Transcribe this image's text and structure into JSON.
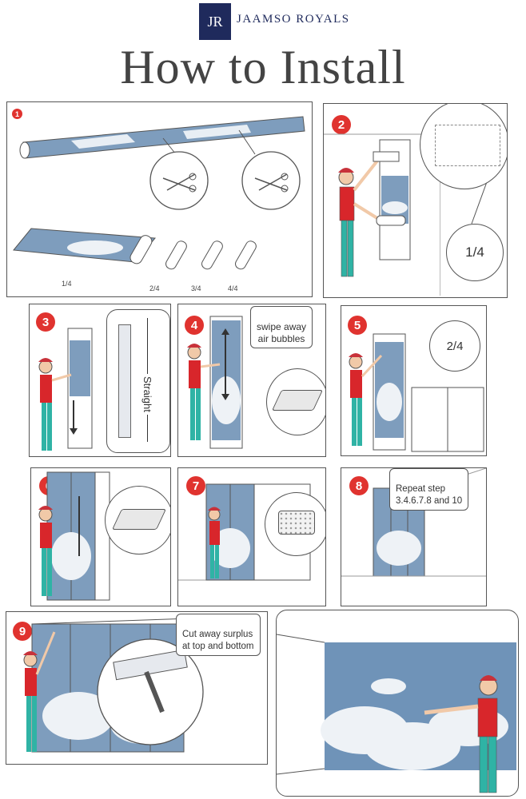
{
  "header": {
    "logo_monogram": "JR",
    "brand_name": "JAAMSO ROYALS",
    "title": "How to Install"
  },
  "steps": [
    {
      "number": "1",
      "roll_labels": [
        "1/4",
        "2/4",
        "3/4",
        "4/4"
      ]
    },
    {
      "number": "2",
      "callout": "1/4"
    },
    {
      "number": "3",
      "callout": "Straight"
    },
    {
      "number": "4",
      "callout": "swipe away\nair bubbles"
    },
    {
      "number": "5",
      "callout": "2/4"
    },
    {
      "number": "6"
    },
    {
      "number": "7"
    },
    {
      "number": "8",
      "callout": "Repeat step\n3.4.6.7.8 and 10"
    },
    {
      "number": "9",
      "callout": "Cut away surplus\nat top and bottom"
    }
  ],
  "colors": {
    "brand": "#1f2a5c",
    "badge": "#e0332f",
    "shirt": "#d8262b",
    "pants": "#2fb3a5",
    "sky": "#6f93b8",
    "cloud": "#eef2f6"
  }
}
